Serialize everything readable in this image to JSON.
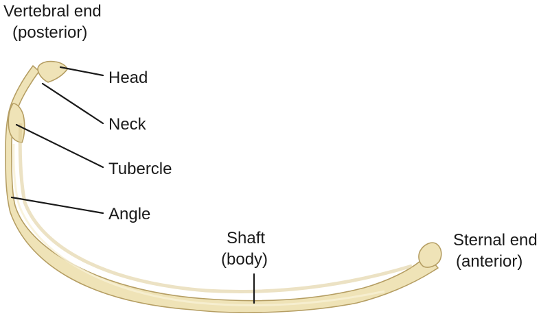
{
  "labels": {
    "vertebral_end": {
      "line1": "Vertebral end",
      "line2": "(posterior)"
    },
    "head": "Head",
    "neck": "Neck",
    "tubercle": "Tubercle",
    "angle": "Angle",
    "shaft": {
      "line1": "Shaft",
      "line2": "(body)"
    },
    "sternal_end": {
      "line1": "Sternal end",
      "line2": "(anterior)"
    }
  },
  "colors": {
    "bone_fill": "#efe3b7",
    "bone_edge": "#b59e63",
    "bone_shadow": "#dccb93",
    "bone_highlight": "#f8f0d4",
    "leader_line": "#1a1a1a",
    "text": "#1a1a1a",
    "background": "#ffffff"
  }
}
